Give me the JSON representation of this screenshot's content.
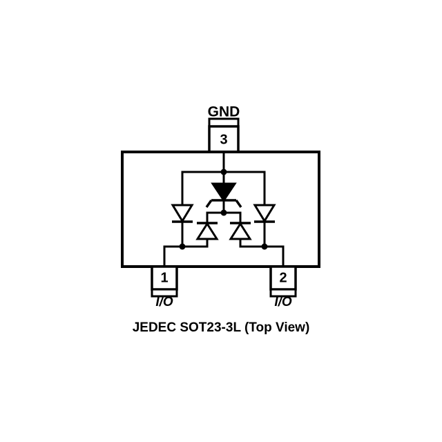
{
  "diagram": {
    "title": "JEDEC SOT23-3L (Top View)",
    "package": "SOT23-3L",
    "standard": "JEDEC",
    "view": "Top View",
    "background_color": "#ffffff",
    "line_color": "#000000",
    "pins": [
      {
        "number": "1",
        "label": "I/O",
        "position": "bottom-left"
      },
      {
        "number": "2",
        "label": "I/O",
        "position": "bottom-right"
      },
      {
        "number": "3",
        "label": "GND",
        "position": "top-center"
      }
    ],
    "components": [
      {
        "name": "tvs-zener-diode",
        "type": "zener",
        "orientation": "cathode-up",
        "node_from": "gnd-node",
        "node_to": "center-node"
      },
      {
        "name": "diode-left-outer",
        "type": "diode",
        "orientation": "cathode-down",
        "node_from": "gnd-node",
        "node_to": "io1-node"
      },
      {
        "name": "diode-right-outer",
        "type": "diode",
        "orientation": "cathode-down",
        "node_from": "gnd-node",
        "node_to": "io2-node"
      },
      {
        "name": "diode-left-inner",
        "type": "diode",
        "orientation": "cathode-up",
        "node_from": "io1-node",
        "node_to": "center-node"
      },
      {
        "name": "diode-right-inner",
        "type": "diode",
        "orientation": "cathode-up",
        "node_from": "io2-node",
        "node_to": "center-node"
      }
    ]
  }
}
